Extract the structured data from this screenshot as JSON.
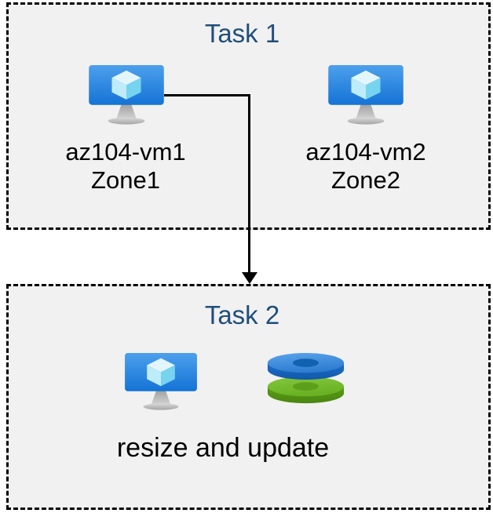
{
  "diagram": {
    "task1": {
      "title": "Task 1",
      "vms": [
        {
          "name": "az104-vm1",
          "zone": "Zone1",
          "icon": "virtual-machine-icon"
        },
        {
          "name": "az104-vm2",
          "zone": "Zone2",
          "icon": "virtual-machine-icon"
        }
      ]
    },
    "task2": {
      "title": "Task 2",
      "caption": "resize and update",
      "icons": [
        "virtual-machine-icon",
        "disks-icon"
      ]
    },
    "connector": {
      "from": "az104-vm1",
      "to": "Task 2",
      "style": "elbow-arrow-down"
    }
  },
  "colors": {
    "page_bg": "#FFFFFF",
    "box_fill": "#F1F1F1",
    "box_border": "#000000",
    "title_text": "#1F4E79",
    "label_text": "#000000",
    "arrow": "#000000",
    "vm_screen_top": "#4DA0EC",
    "vm_screen_bottom": "#1473D6",
    "vm_cube_top": "#E4F6FD",
    "vm_cube_left": "#BFECFA",
    "vm_cube_right": "#76D4F0",
    "disk_blue_face": "#3F8FDE",
    "disk_blue_hole": "#1262B2",
    "disk_green_face": "#74B92D",
    "disk_green_hole": "#5C9F1B"
  }
}
